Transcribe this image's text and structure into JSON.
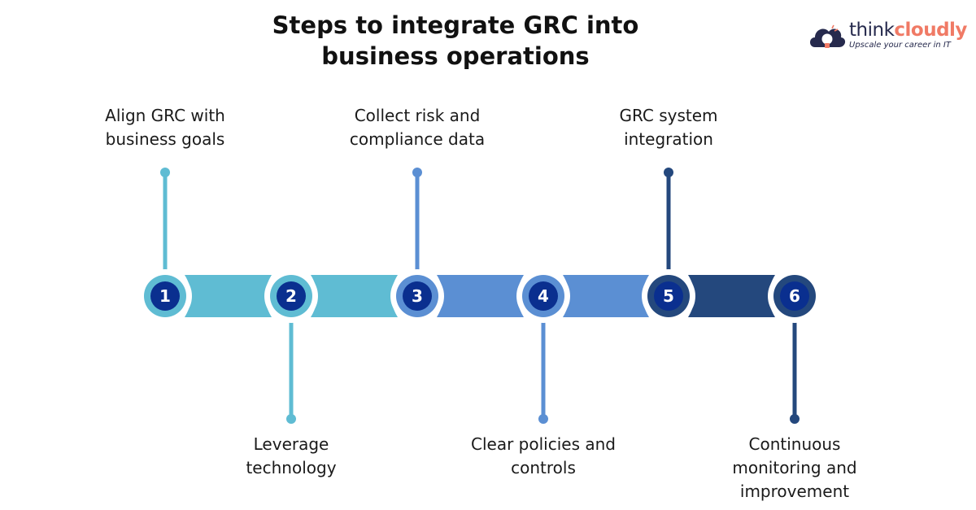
{
  "title_lines": [
    "Steps to integrate GRC into",
    "business operations"
  ],
  "logo": {
    "brand_part1": "think",
    "brand_part2": "cloudly",
    "tagline": "Upscale your career in IT",
    "icon": "cloud-lightbulb-icon"
  },
  "colors": {
    "step1": "#5fbcd3",
    "step2": "#5fbcd3",
    "step3": "#5b8fd3",
    "step4": "#5b8fd3",
    "step5": "#24487d",
    "step6": "#24487d",
    "badge_inner": "#0a2f8f",
    "logo_dark": "#262a4d",
    "logo_accent": "#f07a65"
  },
  "steps": [
    {
      "number": "1",
      "label_lines": [
        "Align GRC with",
        "business goals"
      ],
      "position": "above"
    },
    {
      "number": "2",
      "label_lines": [
        "Leverage",
        "technology"
      ],
      "position": "below"
    },
    {
      "number": "3",
      "label_lines": [
        "Collect risk and",
        "compliance data"
      ],
      "position": "above"
    },
    {
      "number": "4",
      "label_lines": [
        "Clear policies and",
        "controls"
      ],
      "position": "below"
    },
    {
      "number": "5",
      "label_lines": [
        "GRC system",
        "integration"
      ],
      "position": "above"
    },
    {
      "number": "6",
      "label_lines": [
        "Continuous",
        "monitoring and",
        "improvement"
      ],
      "position": "below"
    }
  ]
}
